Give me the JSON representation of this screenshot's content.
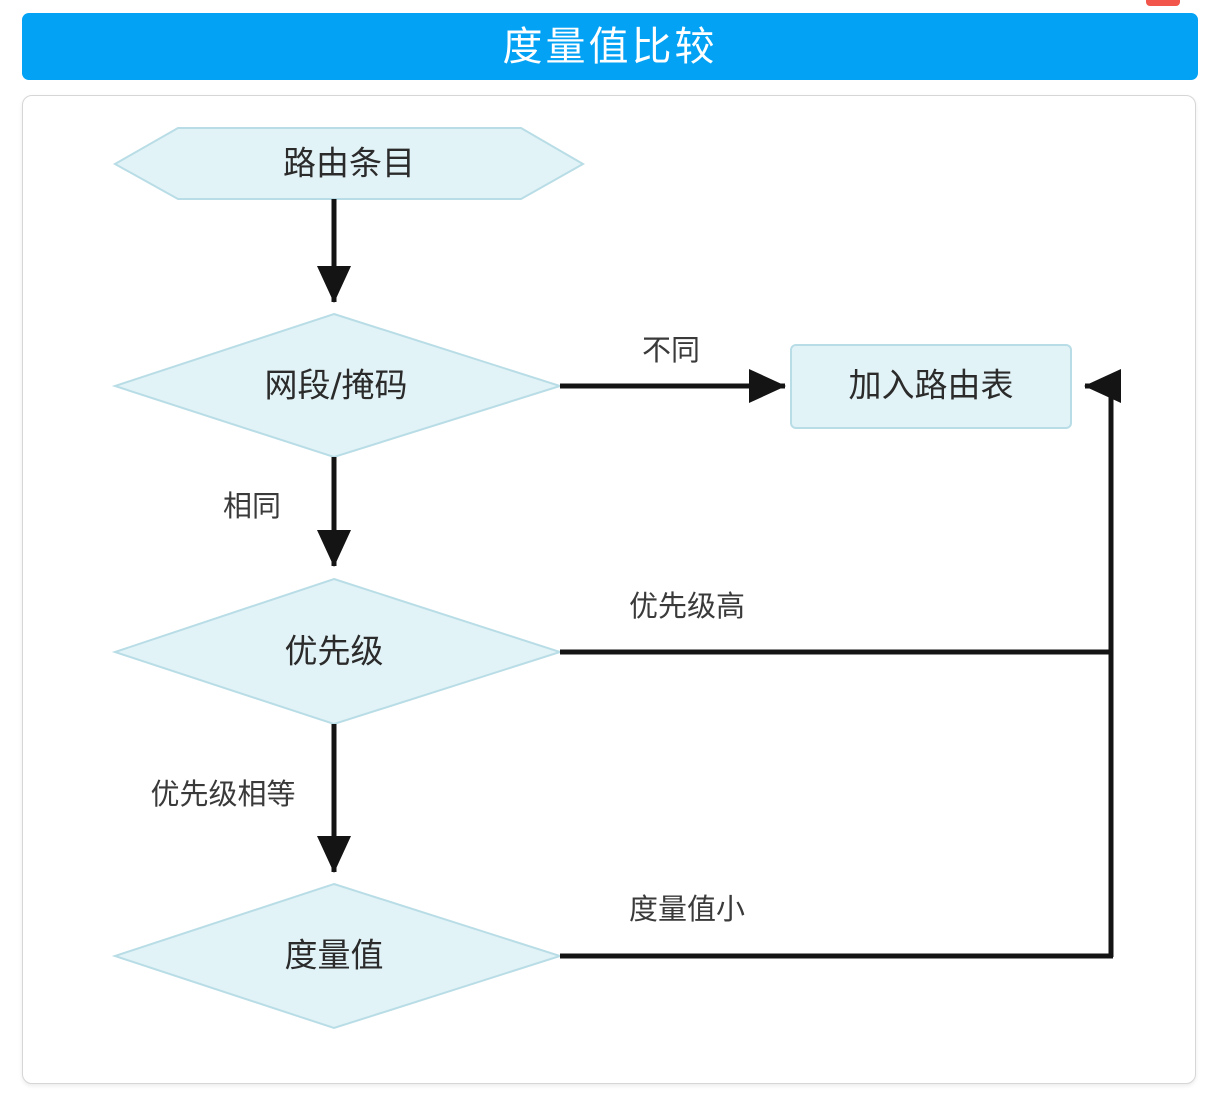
{
  "header": {
    "title": "度量值比较",
    "bar_color": "#03a2f4",
    "title_color": "#ffffff"
  },
  "top_nub": {
    "name": "red-tab-nub",
    "color": "#f1554c"
  },
  "card": {
    "border_color": "#d6d6d6",
    "background": "#ffffff"
  },
  "flowchart": {
    "type": "flowchart",
    "node_fill": "#e2f3f7",
    "node_stroke": "#b9dde6",
    "connector_color": "#141414",
    "nodes": [
      {
        "id": "route-entry",
        "shape": "hexagon",
        "label": "路由条目"
      },
      {
        "id": "network-mask",
        "shape": "diamond",
        "label": "网段/掩码"
      },
      {
        "id": "add-to-table",
        "shape": "rectangle",
        "label": "加入路由表"
      },
      {
        "id": "priority",
        "shape": "diamond",
        "label": "优先级"
      },
      {
        "id": "metric",
        "shape": "diamond",
        "label": "度量值"
      }
    ],
    "edges": [
      {
        "id": "e1",
        "from": "route-entry",
        "to": "network-mask",
        "label": ""
      },
      {
        "id": "e2",
        "from": "network-mask",
        "to": "add-to-table",
        "label": "不同"
      },
      {
        "id": "e3",
        "from": "network-mask",
        "to": "priority",
        "label": "相同"
      },
      {
        "id": "e4",
        "from": "priority",
        "to": "add-to-table",
        "label": "优先级高"
      },
      {
        "id": "e5",
        "from": "priority",
        "to": "metric",
        "label": "优先级相等"
      },
      {
        "id": "e6",
        "from": "metric",
        "to": "add-to-table",
        "label": "度量值小"
      }
    ]
  }
}
